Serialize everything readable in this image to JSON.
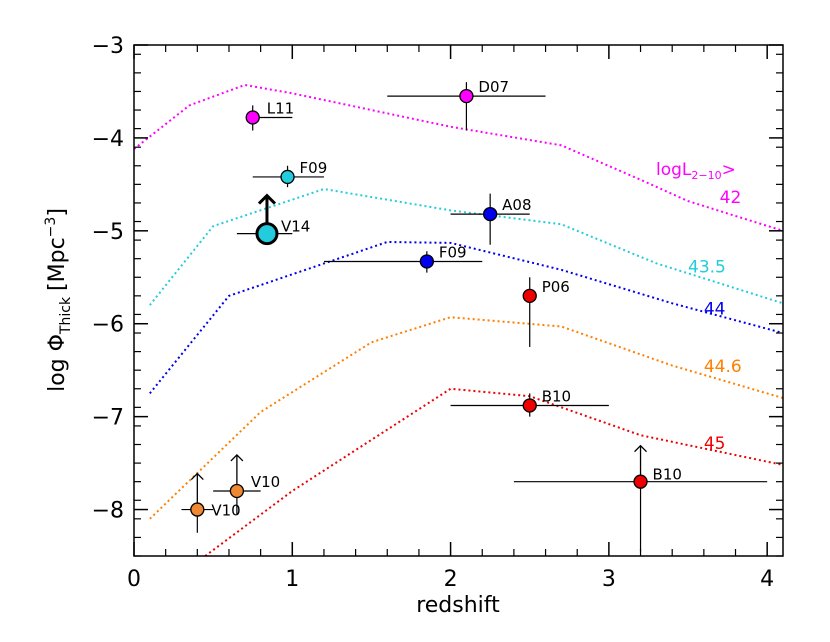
{
  "chart_data": {
    "type": "scatter",
    "xlabel": "redshift",
    "ylabel": "log Φ",
    "ylabel_sub": "Thick",
    "ylabel_unit": "[Mpc",
    "ylabel_unit_sup": "−3",
    "ylabel_unit_end": "]",
    "xlim": [
      0,
      4.1
    ],
    "ylim": [
      -8.5,
      -3
    ],
    "xticks": [
      0,
      1,
      2,
      3,
      4
    ],
    "yticks": [
      -3,
      -4,
      -5,
      -6,
      -7,
      -8
    ],
    "xtick_labels": [
      "0",
      "1",
      "2",
      "3",
      "4"
    ],
    "ytick_labels": [
      "−3",
      "−4",
      "−5",
      "−6",
      "−7",
      "−8"
    ],
    "curve_legend": {
      "text": "logL",
      "sub": "2−10",
      "end": ">",
      "color": "#ff00ff"
    },
    "curves": [
      {
        "label": "42",
        "color": "#ff00ff",
        "x": [
          0,
          0.35,
          0.7,
          1.0,
          2.0,
          2.7,
          3.2,
          3.5,
          4.1
        ],
        "y": [
          -4.12,
          -3.65,
          -3.43,
          -3.52,
          -3.88,
          -4.08,
          -4.45,
          -4.68,
          -5.0
        ]
      },
      {
        "label": "43.5",
        "color": "#22ccdd",
        "x": [
          0.1,
          0.5,
          1.2,
          2.0,
          2.7,
          3.3,
          4.1
        ],
        "y": [
          -5.8,
          -4.95,
          -4.55,
          -4.78,
          -4.93,
          -5.35,
          -5.78
        ]
      },
      {
        "label": "44",
        "color": "#0000ee",
        "x": [
          0.1,
          0.6,
          1.6,
          2.0,
          2.7,
          3.4,
          4.1
        ],
        "y": [
          -6.75,
          -5.7,
          -5.12,
          -5.13,
          -5.42,
          -5.78,
          -6.1
        ]
      },
      {
        "label": "44.6",
        "color": "#ff7f00",
        "x": [
          0.1,
          0.8,
          1.5,
          2.0,
          2.7,
          3.4,
          4.1
        ],
        "y": [
          -8.1,
          -6.95,
          -6.2,
          -5.93,
          -6.03,
          -6.45,
          -6.8
        ]
      },
      {
        "label": "45",
        "color": "#ee0000",
        "x": [
          0.45,
          1.0,
          2.0,
          2.5,
          3.2,
          4.1
        ],
        "y": [
          -8.5,
          -7.8,
          -6.7,
          -6.78,
          -7.2,
          -7.52
        ]
      }
    ],
    "points": [
      {
        "label": "L11",
        "x": 0.75,
        "y": -3.78,
        "xerr": [
          0.75,
          1.0
        ],
        "yerr": [
          -3.92,
          -3.65
        ],
        "color": "#ff00ff"
      },
      {
        "label": "D07",
        "x": 2.1,
        "y": -3.55,
        "xerr": [
          1.6,
          2.6
        ],
        "yerr": [
          -3.92,
          -3.4
        ],
        "color": "#ff00ff"
      },
      {
        "label": "F09",
        "x": 0.97,
        "y": -4.42,
        "xerr": [
          0.75,
          1.2
        ],
        "yerr": [
          -4.53,
          -4.3
        ],
        "color": "#22ccdd"
      },
      {
        "label": "V14",
        "x": 0.84,
        "y": -5.03,
        "xerr": [
          0.65,
          1.0
        ],
        "yerr": [
          -5.03,
          -5.03
        ],
        "color": "#22ccdd",
        "big": true,
        "limit": "lower"
      },
      {
        "label": "A08",
        "x": 2.25,
        "y": -4.82,
        "xerr": [
          2.0,
          2.5
        ],
        "yerr": [
          -5.15,
          -4.6
        ],
        "color": "#0000ee"
      },
      {
        "label": "F09",
        "x": 1.85,
        "y": -5.33,
        "xerr": [
          1.2,
          2.2
        ],
        "yerr": [
          -5.45,
          -5.22
        ],
        "color": "#0000ee"
      },
      {
        "label": "P06",
        "x": 2.5,
        "y": -5.7,
        "xerr": [
          2.5,
          2.5
        ],
        "yerr": [
          -6.25,
          -5.5
        ],
        "color": "#ee0000"
      },
      {
        "label": "B10",
        "x": 2.5,
        "y": -6.88,
        "xerr": [
          2.0,
          3.0
        ],
        "yerr": [
          -7.0,
          -6.75
        ],
        "color": "#ee0000"
      },
      {
        "label": "B10",
        "x": 3.2,
        "y": -7.7,
        "xerr": [
          2.4,
          4.0
        ],
        "yerr": [
          -8.45,
          -7.7
        ],
        "color": "#ee0000",
        "limit": "lower"
      },
      {
        "label": "V10",
        "x": 0.4,
        "y": -8.0,
        "xerr": [
          0.3,
          0.5
        ],
        "yerr": [
          -8.25,
          -8.0
        ],
        "color": "#ee8833",
        "limit": "lower"
      },
      {
        "label": "V10",
        "x": 0.65,
        "y": -7.8,
        "xerr": [
          0.5,
          0.8
        ],
        "yerr": [
          -8.05,
          -7.8
        ],
        "color": "#ee8833",
        "limit": "lower"
      }
    ]
  }
}
